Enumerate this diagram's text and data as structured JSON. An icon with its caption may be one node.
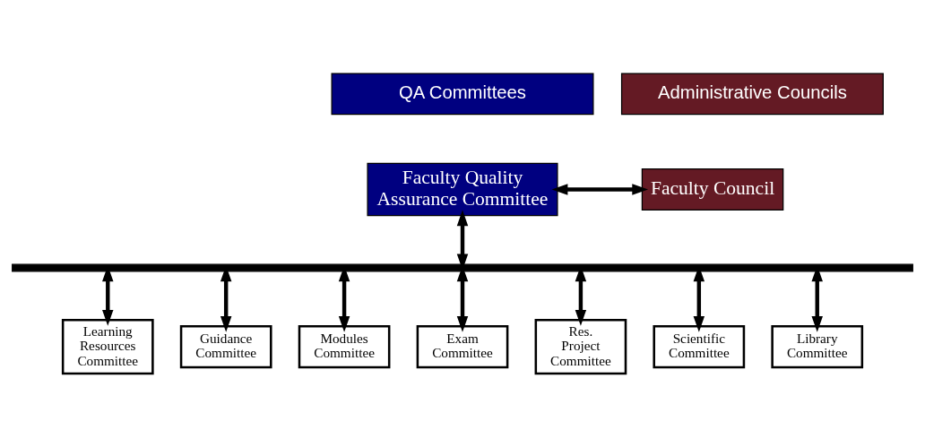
{
  "diagram": {
    "nodes": [
      {
        "text": [
          "Faculty Quality Assurance Committee"
        ]
      },
      {
        "text": [
          "Faculty Council"
        ]
      },
      {
        "text": [],
        "shape": "bar"
      },
      {
        "text": [
          "Learning Resources Committee"
        ]
      },
      {
        "text": [
          "Guidance Committee"
        ]
      },
      {
        "text": [
          "Modules Committee"
        ]
      },
      {
        "text": [
          "Exam Committee"
        ]
      },
      {
        "text": [
          "Res. Project Committee"
        ]
      },
      {
        "text": [
          "Scientific Committee"
        ]
      },
      {
        "text": [
          "Library Committee"
        ]
      }
    ],
    "edges": [
      {
        "from": 0,
        "to": 1,
        "arrow": "both"
      },
      {
        "from": 0,
        "to": 2,
        "arrow": "both"
      },
      {
        "from": 2,
        "to": 3,
        "arrow": "both"
      },
      {
        "from": 2,
        "to": 4,
        "arrow": "both"
      },
      {
        "from": 2,
        "to": 5,
        "arrow": "both"
      },
      {
        "from": 2,
        "to": 6,
        "arrow": "both"
      },
      {
        "from": 2,
        "to": 7,
        "arrow": "both"
      },
      {
        "from": 2,
        "to": 8,
        "arrow": "both"
      },
      {
        "from": 2,
        "to": 9,
        "arrow": "both"
      }
    ],
    "legend": [
      {
        "text": "QA Committees",
        "color": "#000080"
      },
      {
        "text": "Administrative Councils",
        "color": "#641a24"
      }
    ]
  }
}
